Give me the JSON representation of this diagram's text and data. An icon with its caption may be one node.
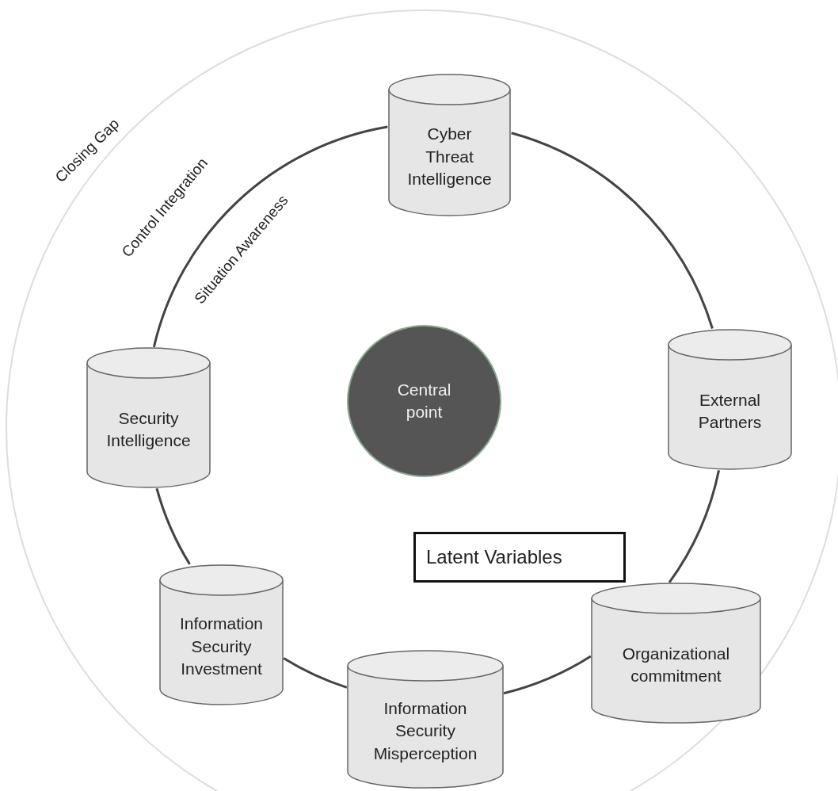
{
  "diagram": {
    "nodes": [
      {
        "text": [
          "Cyber Threat Intelligence"
        ]
      },
      {
        "text": [
          "Security Intelligence"
        ]
      },
      {
        "text": [
          "Central point"
        ]
      },
      {
        "text": [
          "External Partners"
        ]
      },
      {
        "text": [
          "Latent Variables"
        ]
      },
      {
        "text": [
          "Information Security Investment"
        ]
      },
      {
        "text": [
          "Organizational commitment"
        ]
      },
      {
        "text": [
          "Information Security Misperception"
        ]
      }
    ],
    "edges": [
      {
        "from": 0,
        "to": 3,
        "arrow": "none"
      },
      {
        "from": 3,
        "to": 6,
        "arrow": "none"
      },
      {
        "from": 6,
        "to": 7,
        "arrow": "none"
      },
      {
        "from": 7,
        "to": 5,
        "arrow": "none"
      },
      {
        "from": 5,
        "to": 1,
        "arrow": "none"
      },
      {
        "from": 1,
        "to": 0,
        "arrow": "none"
      }
    ],
    "labels": [
      "Closing Gap",
      "Control Integration",
      "Situation Awareness"
    ]
  }
}
